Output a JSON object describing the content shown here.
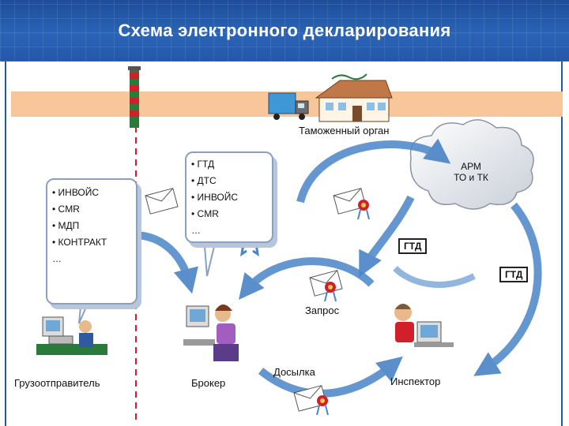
{
  "title": "Схема электронного декларирования",
  "customs_label": "Таможенный орган",
  "arm_cloud": {
    "line1": "АРМ",
    "line2": "ТО и ТК"
  },
  "shipper_docs": [
    "• ИНВОЙС",
    "• CMR",
    "• МДП",
    "• КОНТРАКТ",
    "…"
  ],
  "broker_docs": [
    "• ГТД",
    "• ДТС",
    "• ИНВОЙС",
    "• CMR",
    "…"
  ],
  "gtd_label_1": "ГТД",
  "gtd_label_2": "ГТД",
  "request_label": "Запрос",
  "send_label": "Досылка",
  "shipper_label": "Грузоотправитель",
  "broker_label": "Брокер",
  "inspector_label": "Инспектор",
  "colors": {
    "header": "#2457a8",
    "band": "#f7c79b",
    "arrow": "#4a86c8",
    "dashed": "#d0202a"
  }
}
